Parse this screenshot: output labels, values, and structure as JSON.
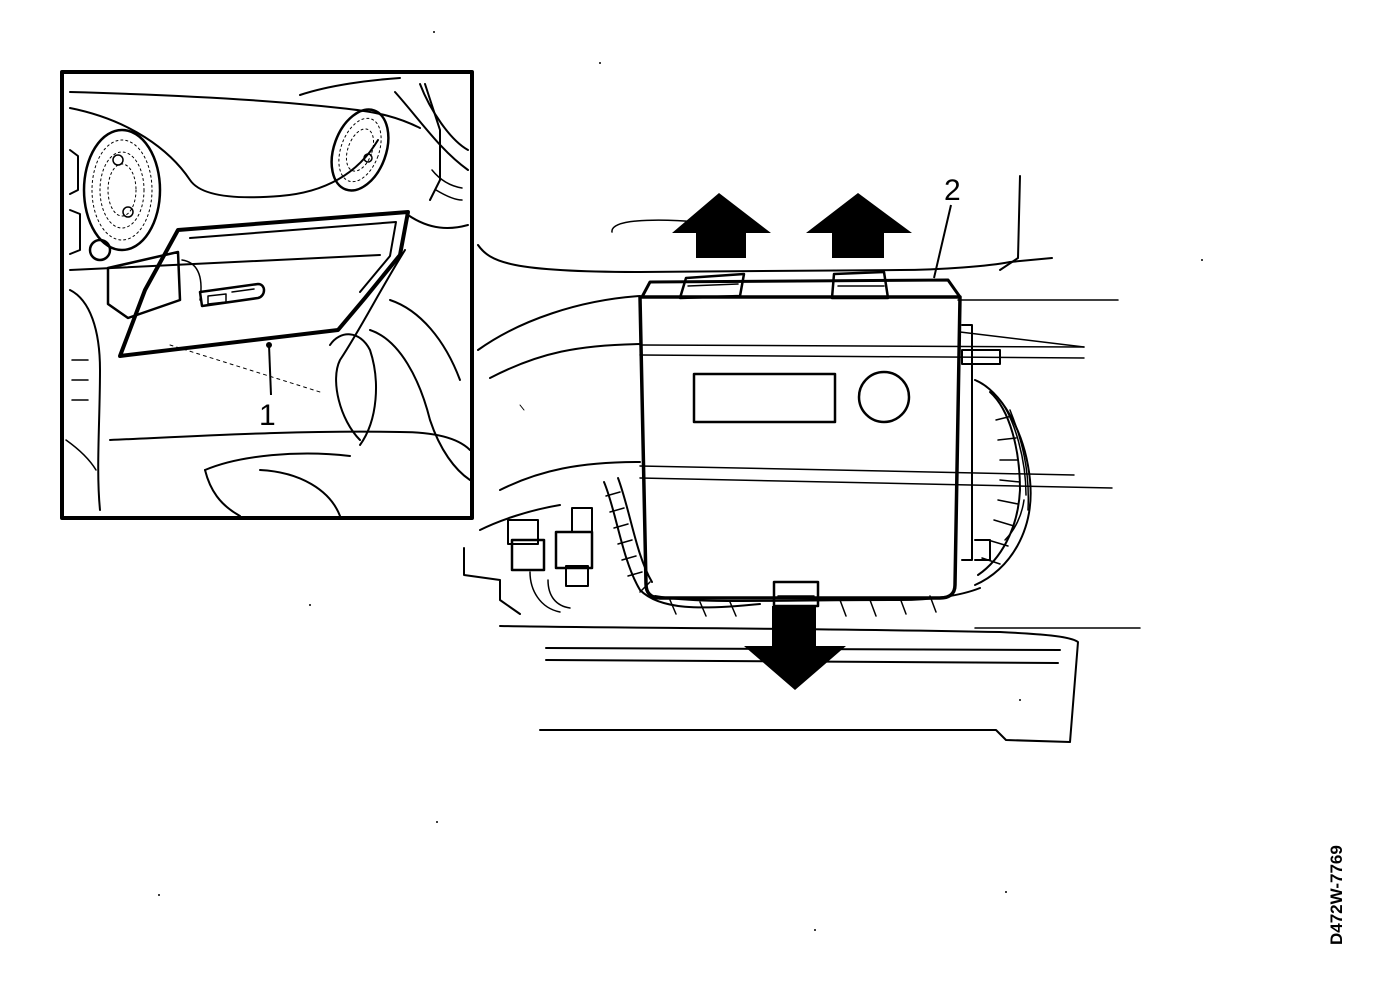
{
  "callouts": {
    "label_1": "1",
    "label_2": "2"
  },
  "figure_code": "D472W-7769",
  "colors": {
    "ink": "#000000",
    "paper": "#ffffff"
  },
  "icons": {
    "lift_arrow": "arrow-up-icon",
    "pull_arrow": "arrow-down-icon"
  }
}
